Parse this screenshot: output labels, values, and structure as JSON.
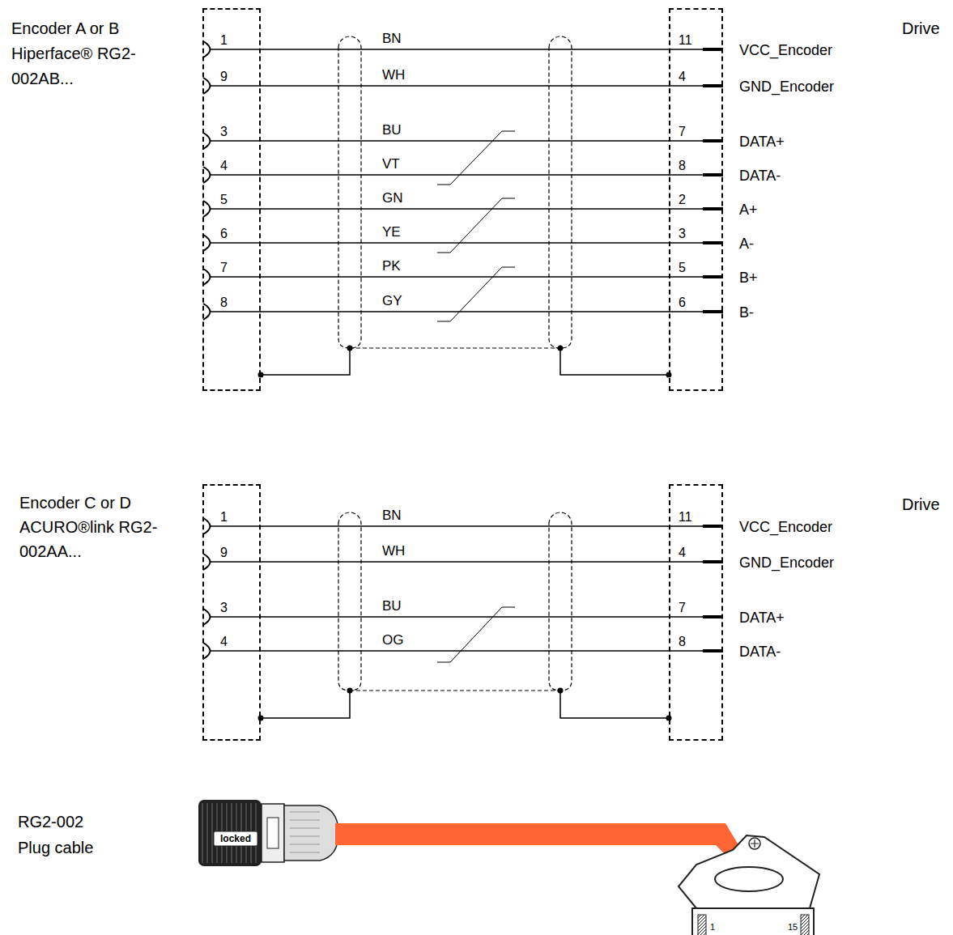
{
  "diagram": {
    "nodes": [
      {
        "text": [
          "Encoder A or B Hiperface® RG2-002AB..."
        ]
      },
      {
        "text": [
          "Drive"
        ]
      },
      {
        "text": [
          "Encoder C or D ACURO®link RG2-002AA..."
        ]
      },
      {
        "text": [
          "Drive"
        ]
      }
    ],
    "edges": [
      {
        "from": 0,
        "to": 1,
        "arrow": "none",
        "label": "BN"
      },
      {
        "from": 0,
        "to": 1,
        "arrow": "none",
        "label": "WH"
      },
      {
        "from": 0,
        "to": 1,
        "arrow": "none",
        "label": "BU"
      },
      {
        "from": 0,
        "to": 1,
        "arrow": "none",
        "label": "VT"
      },
      {
        "from": 0,
        "to": 1,
        "arrow": "none",
        "label": "GN"
      },
      {
        "from": 0,
        "to": 1,
        "arrow": "none",
        "label": "YE"
      },
      {
        "from": 0,
        "to": 1,
        "arrow": "none",
        "label": "PK"
      },
      {
        "from": 0,
        "to": 1,
        "arrow": "none",
        "label": "GY"
      },
      {
        "from": 0,
        "to": 1,
        "arrow": "none"
      },
      {
        "from": 2,
        "to": 3,
        "arrow": "none",
        "label": "BN"
      },
      {
        "from": 2,
        "to": 3,
        "arrow": "none",
        "label": "WH"
      },
      {
        "from": 2,
        "to": 3,
        "arrow": "none",
        "label": "BU"
      },
      {
        "from": 2,
        "to": 3,
        "arrow": "none",
        "label": "OG"
      },
      {
        "from": 2,
        "to": 3,
        "arrow": "none"
      }
    ],
    "labels": [
      "1",
      "9",
      "3",
      "4",
      "5",
      "6",
      "7",
      "8",
      "11",
      "4",
      "7",
      "8",
      "2",
      "3",
      "5",
      "6",
      "VCC_Encoder",
      "GND_Encoder",
      "DATA+",
      "DATA-",
      "A+",
      "A-",
      "B+",
      "B-",
      "1",
      "9",
      "3",
      "4",
      "11",
      "4",
      "7",
      "8",
      "VCC_Encoder",
      "GND_Encoder",
      "DATA+",
      "DATA-",
      "RG2-002 Plug cable",
      "locked",
      "1",
      "15"
    ]
  }
}
